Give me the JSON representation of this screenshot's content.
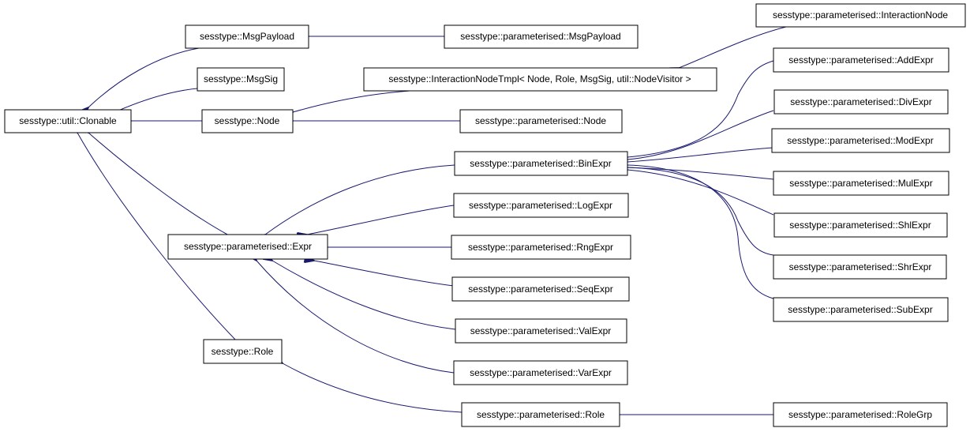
{
  "colors": {
    "edge": "#191970",
    "node_border": "#000000",
    "node_fill": "#ffffff",
    "text": "#000000"
  },
  "nodes": {
    "clonable": "sesstype::util::Clonable",
    "msgpayload": "sesstype::MsgPayload",
    "msgsig": "sesstype::MsgSig",
    "node": "sesstype::Node",
    "expr": "sesstype::parameterised::Expr",
    "role": "sesstype::Role",
    "p_msgpayload": "sesstype::parameterised::MsgPayload",
    "interactiontmpl": "sesstype::InteractionNodeTmpl< Node, Role, MsgSig, util::NodeVisitor >",
    "p_node": "sesstype::parameterised::Node",
    "binexpr": "sesstype::parameterised::BinExpr",
    "logexpr": "sesstype::parameterised::LogExpr",
    "rngexpr": "sesstype::parameterised::RngExpr",
    "seqexpr": "sesstype::parameterised::SeqExpr",
    "valexpr": "sesstype::parameterised::ValExpr",
    "varexpr": "sesstype::parameterised::VarExpr",
    "p_role": "sesstype::parameterised::Role",
    "interactionnode": "sesstype::parameterised::InteractionNode",
    "addexpr": "sesstype::parameterised::AddExpr",
    "divexpr": "sesstype::parameterised::DivExpr",
    "modexpr": "sesstype::parameterised::ModExpr",
    "mulexpr": "sesstype::parameterised::MulExpr",
    "shlexpr": "sesstype::parameterised::ShlExpr",
    "shrexpr": "sesstype::parameterised::ShrExpr",
    "subexpr": "sesstype::parameterised::SubExpr",
    "rolegrp": "sesstype::parameterised::RoleGrp"
  }
}
